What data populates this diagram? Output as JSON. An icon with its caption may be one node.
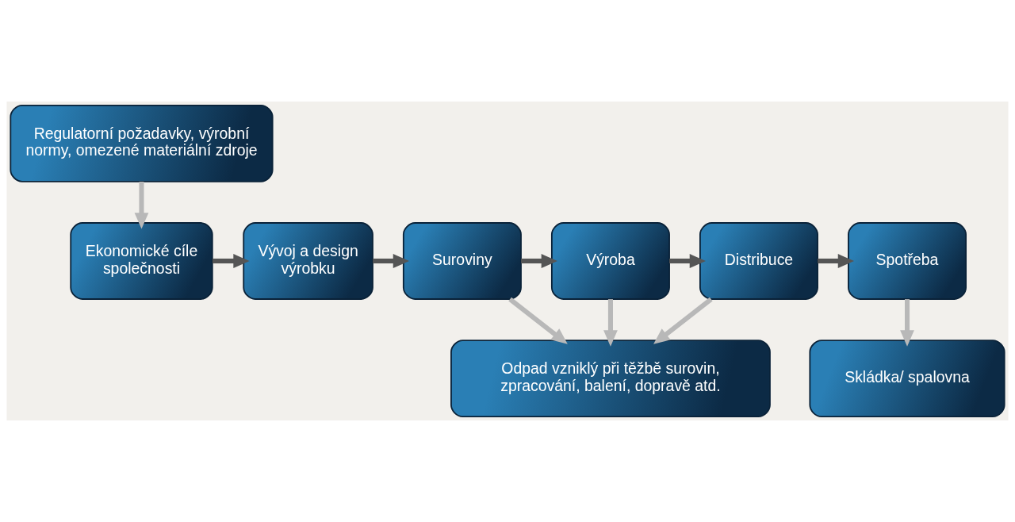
{
  "diagram": {
    "nodes": [
      {
        "text": [
          "Regulatorní požadavky, výrobní normy, omezené materiální zdroje"
        ]
      },
      {
        "text": [
          "Ekonomické cíle společnosti"
        ]
      },
      {
        "text": [
          "Vývoj a design výrobku"
        ]
      },
      {
        "text": [
          "Suroviny"
        ]
      },
      {
        "text": [
          "Výroba"
        ]
      },
      {
        "text": [
          "Distribuce"
        ]
      },
      {
        "text": [
          "Spotřeba"
        ]
      },
      {
        "text": [
          "Odpad vzniklý při těžbě surovin, zpracování, balení, dopravě atd."
        ]
      },
      {
        "text": [
          "Skládka/ spalovna"
        ]
      }
    ],
    "edges": [
      {
        "from": 0,
        "to": 1,
        "arrow": "to",
        "color": "#b8b8b8"
      },
      {
        "from": 1,
        "to": 2,
        "arrow": "to",
        "color": "#555555"
      },
      {
        "from": 2,
        "to": 3,
        "arrow": "to",
        "color": "#555555"
      },
      {
        "from": 3,
        "to": 4,
        "arrow": "to",
        "color": "#555555"
      },
      {
        "from": 4,
        "to": 5,
        "arrow": "to",
        "color": "#555555"
      },
      {
        "from": 5,
        "to": 6,
        "arrow": "to",
        "color": "#555555"
      },
      {
        "from": 3,
        "to": 7,
        "arrow": "to",
        "color": "#b8b8b8"
      },
      {
        "from": 4,
        "to": 7,
        "arrow": "to",
        "color": "#b8b8b8"
      },
      {
        "from": 5,
        "to": 7,
        "arrow": "to",
        "color": "#b8b8b8"
      },
      {
        "from": 6,
        "to": 8,
        "arrow": "to",
        "color": "#b8b8b8"
      }
    ]
  }
}
